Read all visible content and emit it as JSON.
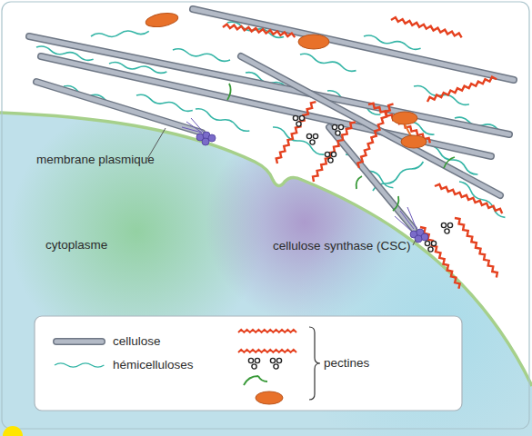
{
  "diagram": {
    "labels": [
      "membrane plasmique",
      "cytoplasme",
      "cellulose synthase (CSC)"
    ],
    "legend": [
      {
        "text": "cellulose"
      },
      {
        "text": "hémicelluloses"
      },
      {
        "text": "pectines"
      }
    ]
  }
}
